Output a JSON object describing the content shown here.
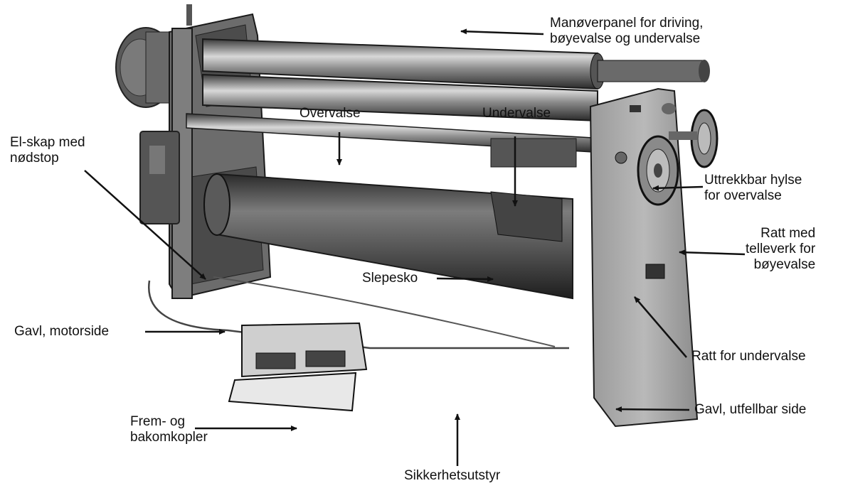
{
  "diagram": {
    "labels": {
      "manoeverpanel": [
        "Manøverpanel for driving,",
        "bøyevalse og undervalse"
      ],
      "overvalse": [
        "Overvalse"
      ],
      "undervalse": [
        "Undervalse"
      ],
      "elskap": [
        "El-skap med",
        "nødstop"
      ],
      "hylse": [
        "Uttrekkbar hylse",
        "for overvalse"
      ],
      "ratt_telleverk": [
        "Ratt med",
        "telleverk for",
        "bøyevalse"
      ],
      "slepesko": [
        "Slepesko"
      ],
      "gavl_motor": [
        "Gavl, motorside"
      ],
      "ratt_undervalse": [
        "Ratt for undervalse"
      ],
      "gavl_utfellbar": [
        "Gavl, utfellbar side"
      ],
      "frem_bak": [
        "Frem- og",
        "bakomkopler"
      ],
      "sikkerhet": [
        "Sikkerhetsutstyr"
      ]
    }
  }
}
